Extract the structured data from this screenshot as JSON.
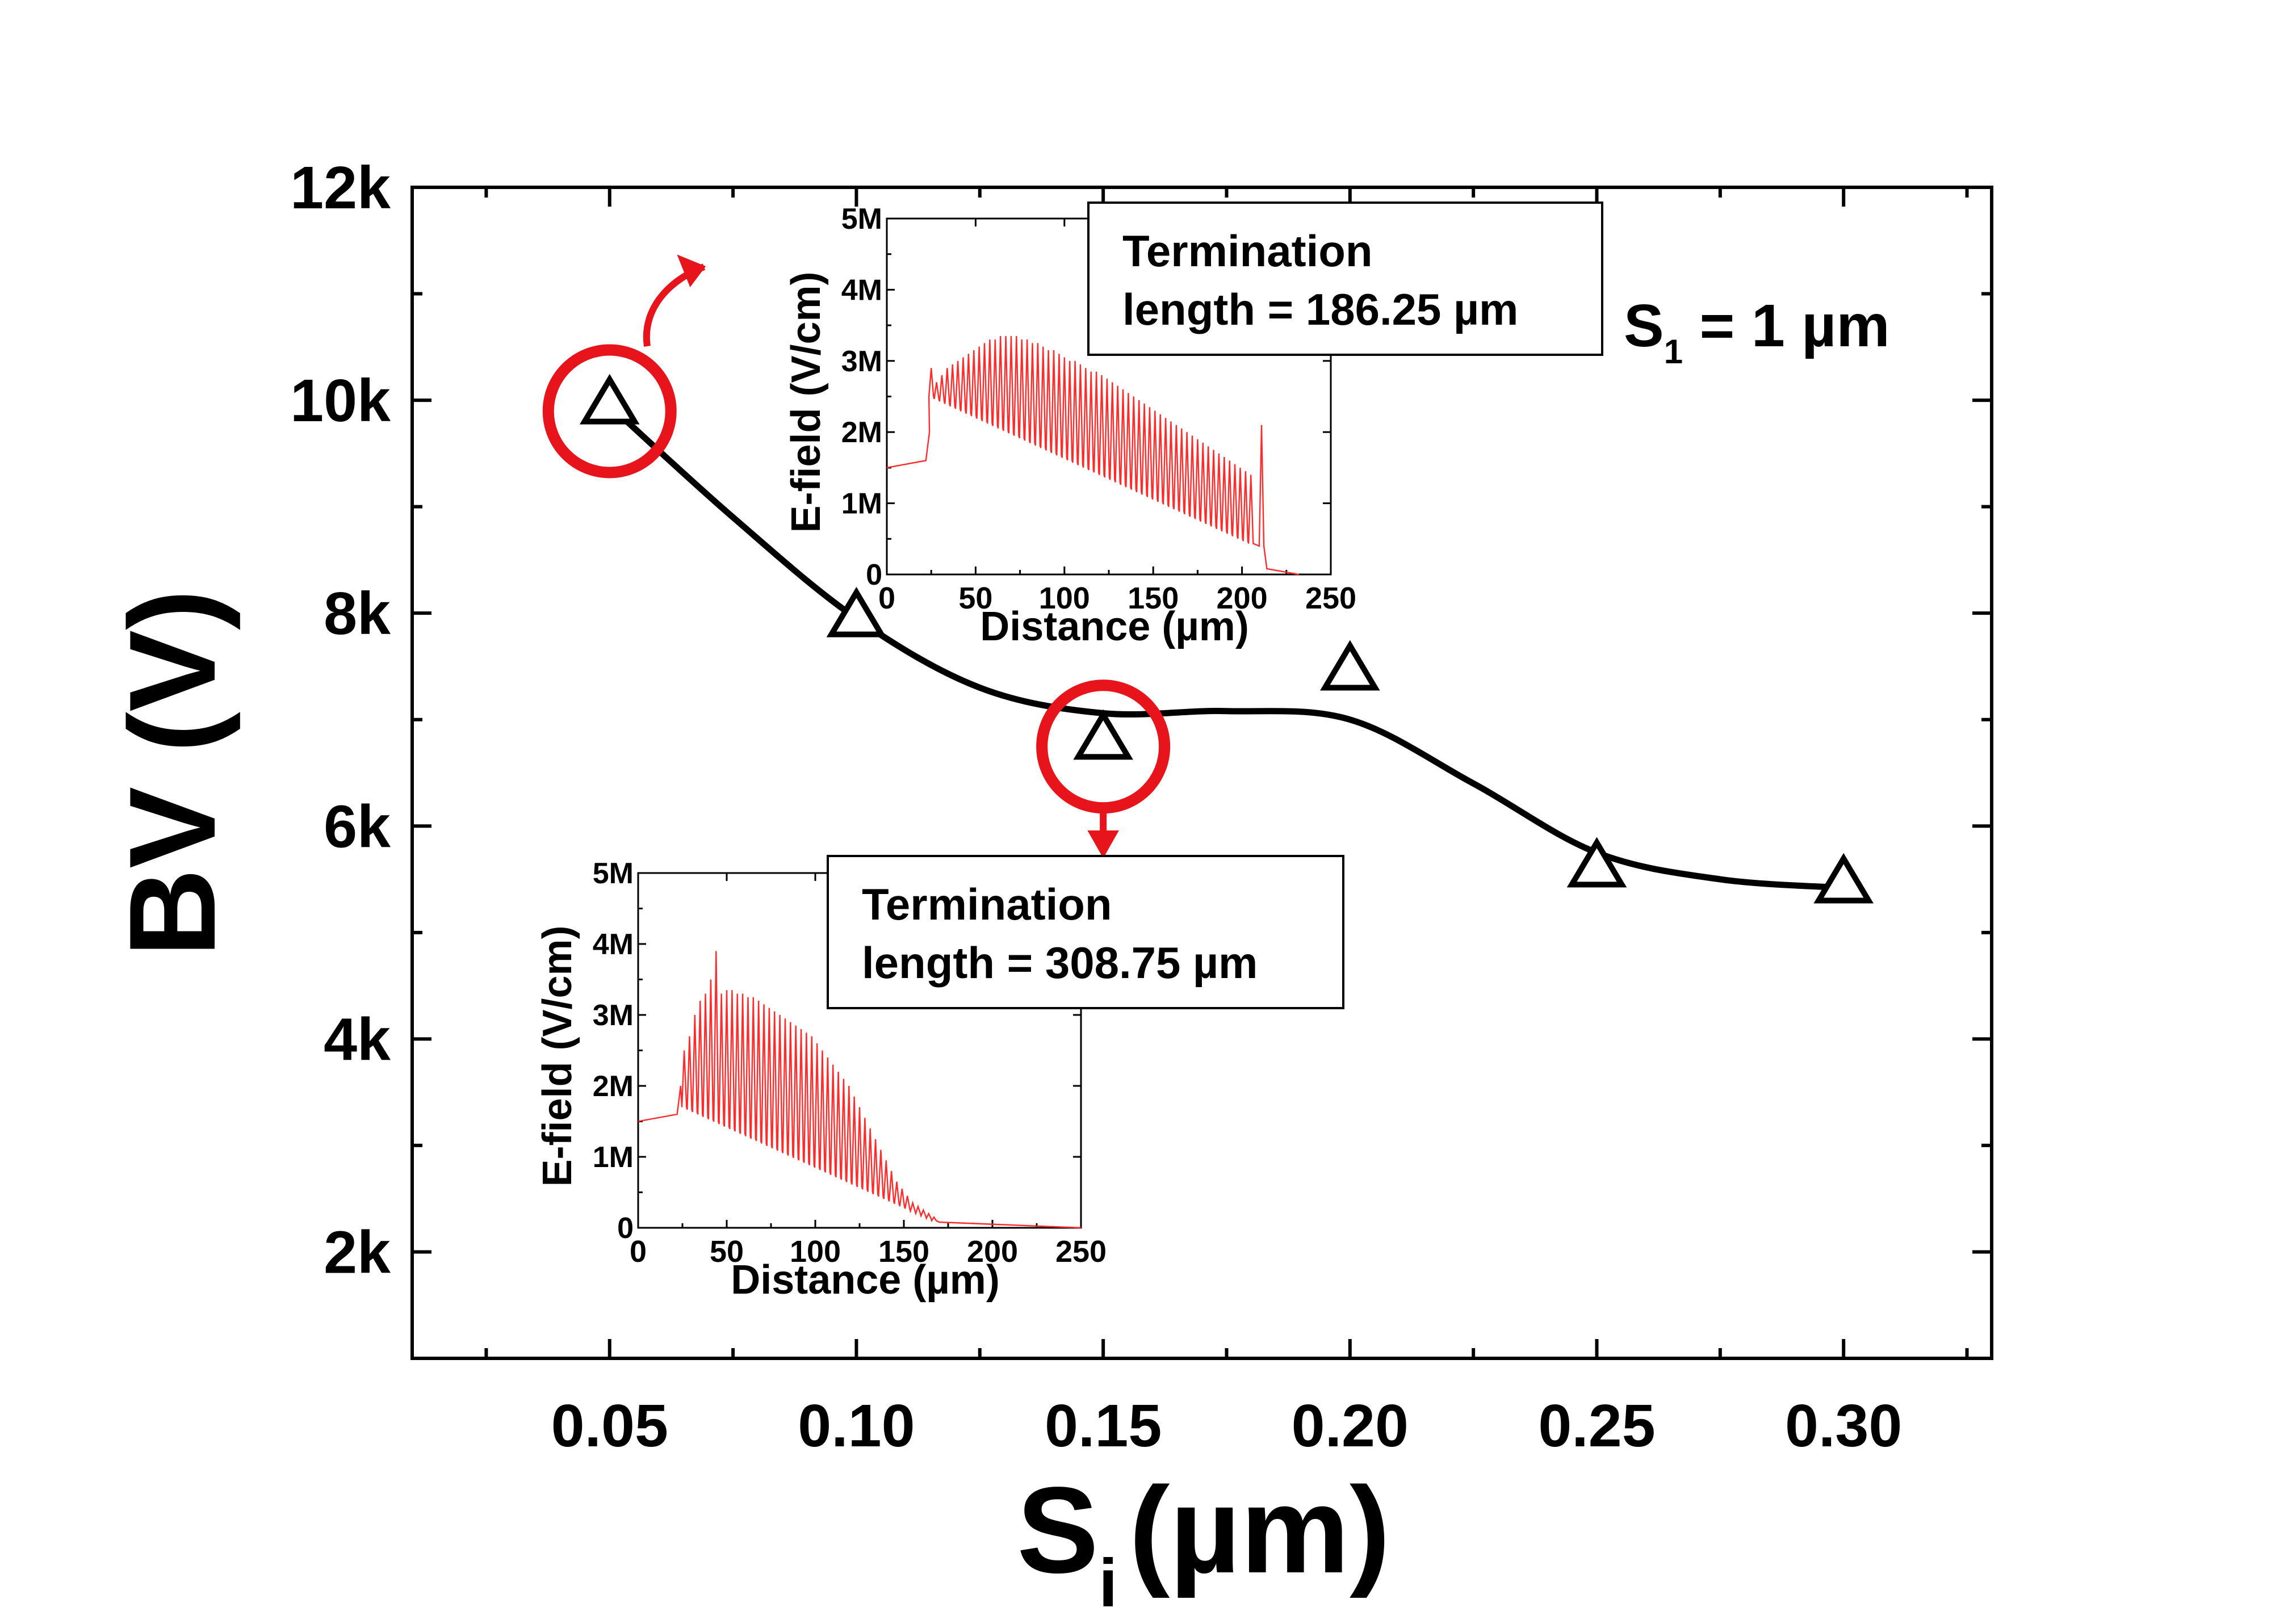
{
  "chart_data": {
    "type": "scatter",
    "xlabel_main": "S",
    "xlabel_sub": "i",
    "xlabel_unit": "(µm)",
    "ylabel": "BV (V)",
    "xlim": [
      0.01,
      0.33
    ],
    "ylim": [
      1000,
      12000
    ],
    "xticks": [
      0.05,
      0.1,
      0.15,
      0.2,
      0.25,
      0.3
    ],
    "xtick_labels": [
      "0.05",
      "0.10",
      "0.15",
      "0.20",
      "0.25",
      "0.30"
    ],
    "yticks": [
      2000,
      4000,
      6000,
      8000,
      10000,
      12000
    ],
    "ytick_labels": [
      "2k",
      "4k",
      "6k",
      "8k",
      "10k",
      "12k"
    ],
    "grid": false,
    "series": [
      {
        "marker": "open-triangle",
        "color": "#000000",
        "x": [
          0.05,
          0.1,
          0.15,
          0.2,
          0.25,
          0.3
        ],
        "y": [
          9950,
          7950,
          6800,
          7450,
          5600,
          5450
        ]
      }
    ],
    "fit_curve": {
      "color": "#000000",
      "x": [
        0.05,
        0.075,
        0.1,
        0.125,
        0.15,
        0.175,
        0.2,
        0.225,
        0.25,
        0.275,
        0.3
      ],
      "y": [
        9950,
        8900,
        7950,
        7300,
        7060,
        7080,
        7000,
        6400,
        5750,
        5500,
        5420
      ]
    },
    "annotations": {
      "s1_main": "S",
      "s1_sub": "1",
      "s1_value": " = 1 µm",
      "highlight_color": "#e8141b"
    },
    "insets": [
      {
        "type": "line",
        "xlabel": "Distance (µm)",
        "ylabel": "E-field (V/cm)",
        "xlim": [
          0,
          250
        ],
        "ylim": [
          0,
          5000000
        ],
        "xticks": [
          0,
          50,
          100,
          150,
          200,
          250
        ],
        "xtick_labels": [
          "0",
          "50",
          "100",
          "150",
          "200",
          "250"
        ],
        "yticks": [
          0,
          1000000,
          2000000,
          3000000,
          4000000,
          5000000
        ],
        "ytick_labels": [
          "0",
          "1M",
          "2M",
          "3M",
          "4M",
          "5M"
        ],
        "line_color": "#ff2a2a",
        "label_line1": "Termination",
        "label_line2": "length = 186.25 µm",
        "profile": {
          "rise_start": 22,
          "peak_x": [
            25,
            28,
            31,
            34,
            37,
            40,
            43,
            46,
            49,
            52,
            55,
            58,
            61,
            64,
            67,
            70,
            73,
            76,
            79,
            82,
            85,
            88,
            91,
            94,
            97,
            100,
            103,
            106,
            109,
            112,
            115,
            118,
            121,
            124,
            127,
            130,
            133,
            136,
            139,
            142,
            145,
            148,
            151,
            154,
            157,
            160,
            163,
            166,
            169,
            172,
            175,
            178,
            181,
            184,
            187,
            190,
            193,
            196,
            199,
            202,
            205,
            211
          ],
          "peak_y": [
            2900000,
            2700000,
            2800000,
            2900000,
            2950000,
            3000000,
            3050000,
            3100000,
            3150000,
            3200000,
            3250000,
            3300000,
            3300000,
            3350000,
            3350000,
            3350000,
            3350000,
            3300000,
            3300000,
            3250000,
            3250000,
            3200000,
            3150000,
            3150000,
            3100000,
            3050000,
            3000000,
            3000000,
            2950000,
            2900000,
            2850000,
            2850000,
            2800000,
            2750000,
            2700000,
            2650000,
            2600000,
            2550000,
            2500000,
            2450000,
            2400000,
            2350000,
            2300000,
            2250000,
            2200000,
            2150000,
            2100000,
            2050000,
            2000000,
            1950000,
            1900000,
            1850000,
            1800000,
            1750000,
            1700000,
            1650000,
            1600000,
            1550000,
            1500000,
            1450000,
            1400000,
            2100000
          ],
          "valley_y_start": 2500000,
          "valley_y_end": 400000,
          "end_x": 232
        }
      },
      {
        "type": "line",
        "xlabel": "Distance (µm)",
        "ylabel": "E-field (V/cm)",
        "xlim": [
          0,
          250
        ],
        "ylim": [
          0,
          5000000
        ],
        "xticks": [
          0,
          50,
          100,
          150,
          200,
          250
        ],
        "xtick_labels": [
          "0",
          "50",
          "100",
          "150",
          "200",
          "250"
        ],
        "yticks": [
          0,
          1000000,
          2000000,
          3000000,
          4000000,
          5000000
        ],
        "ytick_labels": [
          "0",
          "1M",
          "2M",
          "3M",
          "4M",
          "5M"
        ],
        "line_color": "#ff2a2a",
        "label_line1": "Termination",
        "label_line2": "length = 308.75 µm",
        "profile": {
          "rise_start": 22,
          "peak_x": [
            26,
            29,
            32,
            35,
            38,
            41,
            44,
            47,
            50,
            53,
            56,
            59,
            62,
            65,
            68,
            71,
            74,
            77,
            80,
            83,
            86,
            89,
            92,
            95,
            98,
            101,
            104,
            107,
            110,
            113,
            116,
            119,
            122,
            125,
            128,
            131,
            134,
            137,
            140,
            143,
            146,
            149,
            152,
            155,
            158,
            161,
            164,
            167
          ],
          "peak_y": [
            2500000,
            2700000,
            3000000,
            3200000,
            3300000,
            3500000,
            3900000,
            3300000,
            3350000,
            3350000,
            3300000,
            3300000,
            3250000,
            3250000,
            3200000,
            3150000,
            3100000,
            3050000,
            3000000,
            2950000,
            2900000,
            2850000,
            2800000,
            2750000,
            2700000,
            2600000,
            2500000,
            2400000,
            2300000,
            2200000,
            2100000,
            2000000,
            1850000,
            1700000,
            1550000,
            1400000,
            1250000,
            1100000,
            950000,
            800000,
            650000,
            550000,
            450000,
            350000,
            300000,
            250000,
            200000,
            150000
          ],
          "valley_y_start": 1700000,
          "valley_y_end": 100000,
          "end_x": 250
        }
      }
    ]
  }
}
